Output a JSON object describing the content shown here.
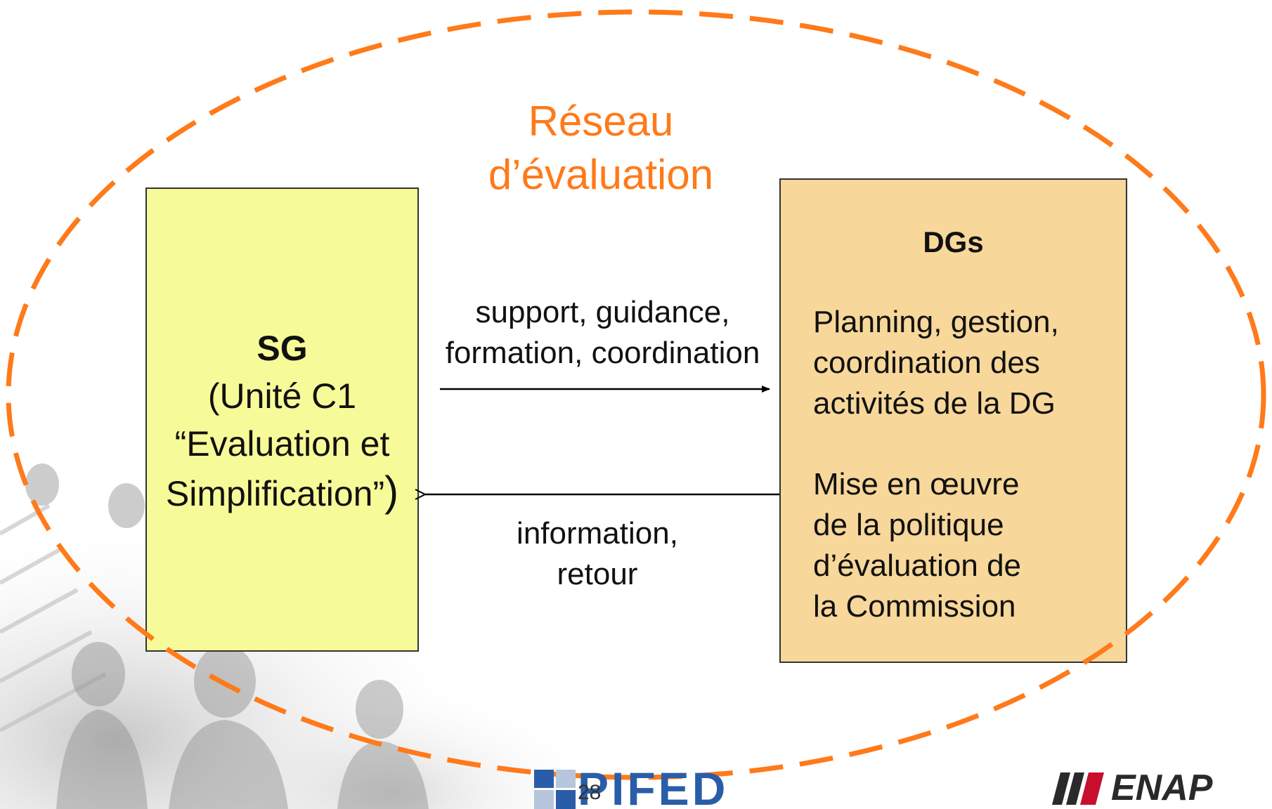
{
  "title": {
    "line1": "Réseau",
    "line2": "d’évaluation"
  },
  "sg_box": {
    "heading": "SG",
    "line1": "(Unité C1",
    "line2": "“Evaluation et",
    "line3": "Simplification”",
    "close_paren": ")"
  },
  "dg_box": {
    "heading": "DGs",
    "block1": [
      "Planning, gestion,",
      "coordination des",
      "activités de la DG"
    ],
    "block2": [
      "Mise en œuvre",
      "de la politique",
      "d’évaluation de",
      "la Commission"
    ]
  },
  "arrow_top": {
    "line1": "support, guidance,",
    "line2": "formation, coordination"
  },
  "arrow_bottom": {
    "line1": "information,",
    "line2": "retour"
  },
  "footer": {
    "page_number": "28",
    "logo_left": "PIFED",
    "logo_right": "ENAP"
  },
  "colors": {
    "accent_orange": "#ff7a1a",
    "sg_fill": "#f7fa98",
    "dg_fill": "#f7d79a",
    "pifed_blue": "#2a5da8"
  }
}
